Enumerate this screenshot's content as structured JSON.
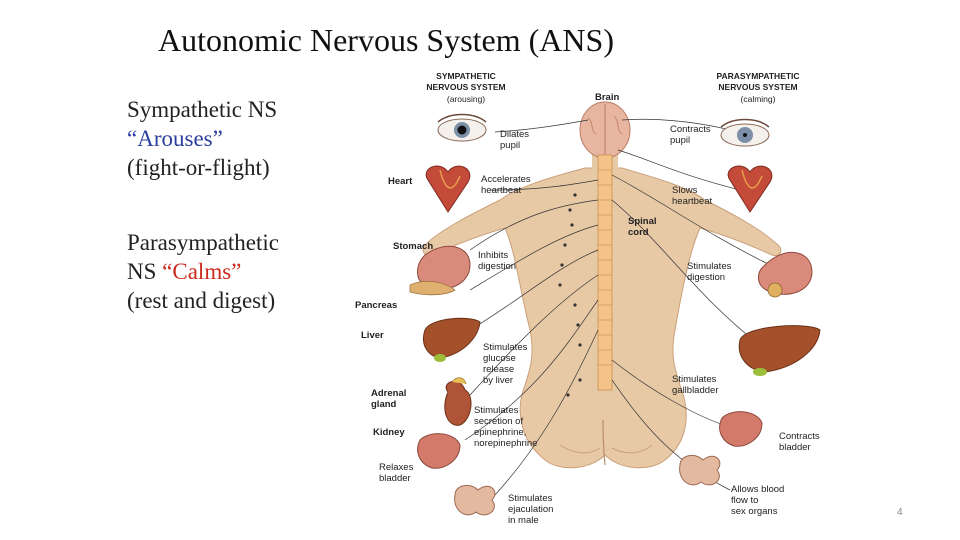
{
  "slide": {
    "title": "Autonomic Nervous System (ANS)",
    "number": "4"
  },
  "bullets": {
    "sym_line1": "Sympathetic NS",
    "sym_q_open": "“",
    "sym_highlight": "Arouses",
    "sym_q_close": "”",
    "sym_line3": "(fight-or-flight)",
    "para_line1": "Parasympathetic",
    "para_prefix": "NS ",
    "para_q_open": "“",
    "para_highlight": "Calms",
    "para_q_close": "”",
    "para_line3": "(rest and digest)",
    "highlight_colors": {
      "arouses": "#2a3f9e",
      "calms": "#cc2a1c"
    }
  },
  "figure": {
    "sympathetic_header": [
      "SYMPATHETIC",
      "NERVOUS SYSTEM",
      "(arousing)"
    ],
    "parasympathetic_header": [
      "PARASYMPATHETIC",
      "NERVOUS SYSTEM",
      "(calming)"
    ],
    "brain": "Brain",
    "spinal_cord": [
      "Spinal",
      "cord"
    ],
    "organs": {
      "heart": "Heart",
      "stomach": "Stomach",
      "pancreas": "Pancreas",
      "liver": "Liver",
      "adrenal": [
        "Adrenal",
        "gland"
      ],
      "kidney": "Kidney"
    },
    "sympathetic_effects": {
      "dilates": [
        "Dilates",
        "pupil"
      ],
      "accelerates": [
        "Accelerates",
        "heartbeat"
      ],
      "inhibits": [
        "Inhibits",
        "digestion"
      ],
      "glucose": [
        "Stimulates",
        "glucose",
        "release",
        "by liver"
      ],
      "secretion": [
        "Stimulates",
        "secretion of",
        "epinephrine,",
        "norepinephrine"
      ],
      "relaxes": [
        "Relaxes",
        "bladder"
      ],
      "ejaculation": [
        "Stimulates",
        "ejaculation",
        "in male"
      ]
    },
    "parasympathetic_effects": {
      "contracts_pupil": [
        "Contracts",
        "pupil"
      ],
      "slows": [
        "Slows",
        "heartbeat"
      ],
      "stim_digestion": [
        "Stimulates",
        "digestion"
      ],
      "gallbladder": [
        "Stimulates",
        "gallbladder"
      ],
      "contracts_bladder": [
        "Contracts",
        "bladder"
      ],
      "blood_flow": [
        "Allows blood",
        "flow to",
        "sex organs"
      ]
    }
  }
}
